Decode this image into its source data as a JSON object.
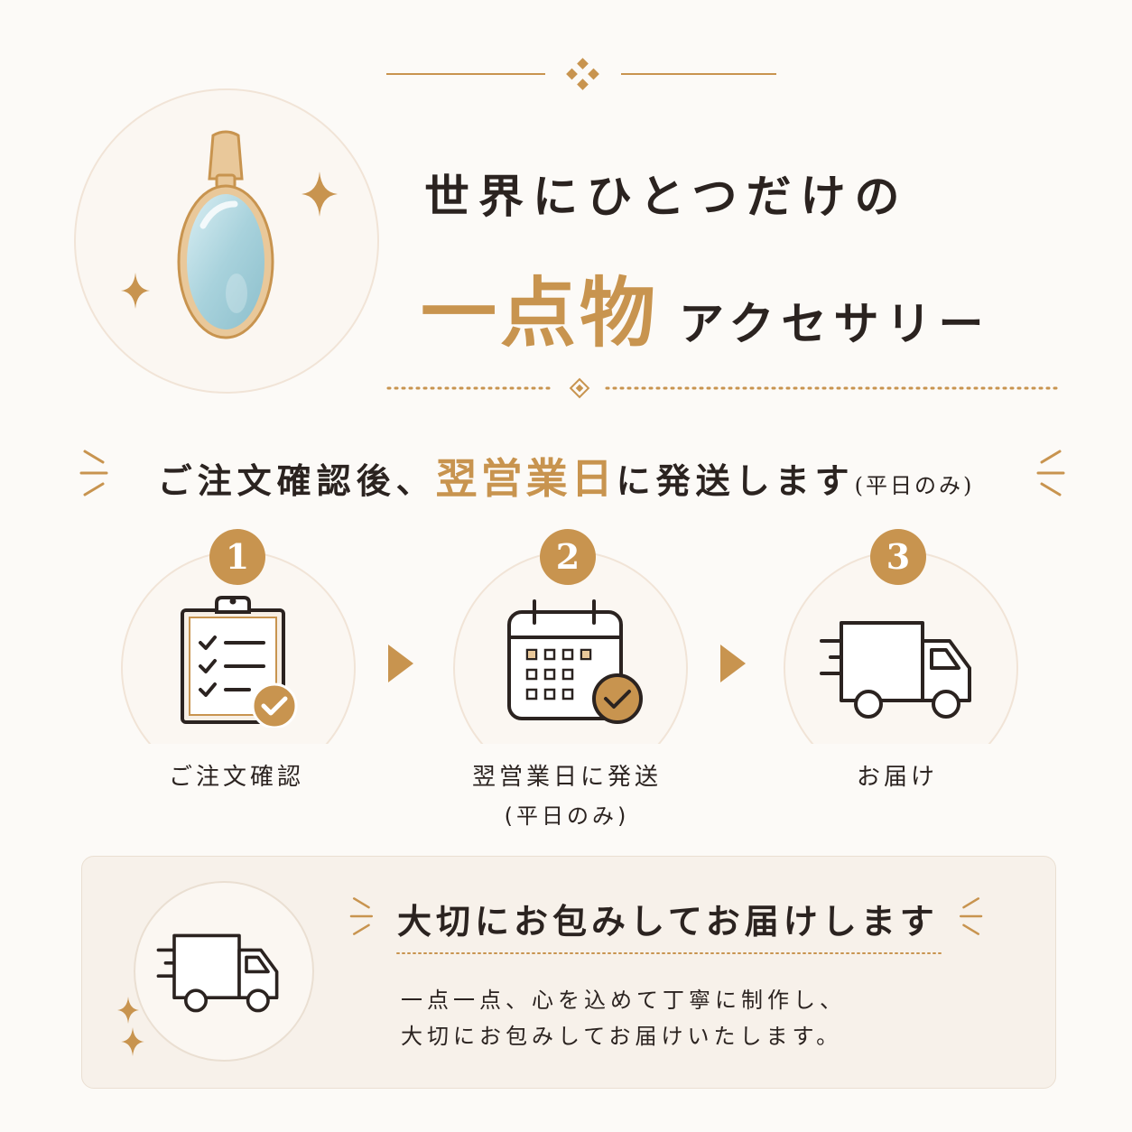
{
  "hero": {
    "title_line1": "世界にひとつだけの",
    "title_accent": "一点物",
    "title_suffix": "アクセサリー",
    "icon": "pendant-icon"
  },
  "shipping": {
    "lead": "ご注文確認後、",
    "accent": "翌営業日",
    "tail": "に発送します",
    "note": "(平日のみ)"
  },
  "steps": [
    {
      "number": "1",
      "label": "ご注文確認",
      "sub": "",
      "icon": "clipboard-check-icon"
    },
    {
      "number": "2",
      "label": "翌営業日に発送",
      "sub": "(平日のみ)",
      "icon": "calendar-check-icon"
    },
    {
      "number": "3",
      "label": "お届け",
      "sub": "",
      "icon": "delivery-truck-icon"
    }
  ],
  "care": {
    "title": "大切にお包みしてお届けします",
    "body_line1": "一点一点、心を込めて丁寧に制作し、",
    "body_line2": "大切にお包みしてお届けいたします。",
    "icon": "delivery-truck-icon"
  },
  "colors": {
    "accent": "#c8944f",
    "text": "#2b2320",
    "background": "#fcfaf7",
    "panel": "#f7f1ea"
  }
}
